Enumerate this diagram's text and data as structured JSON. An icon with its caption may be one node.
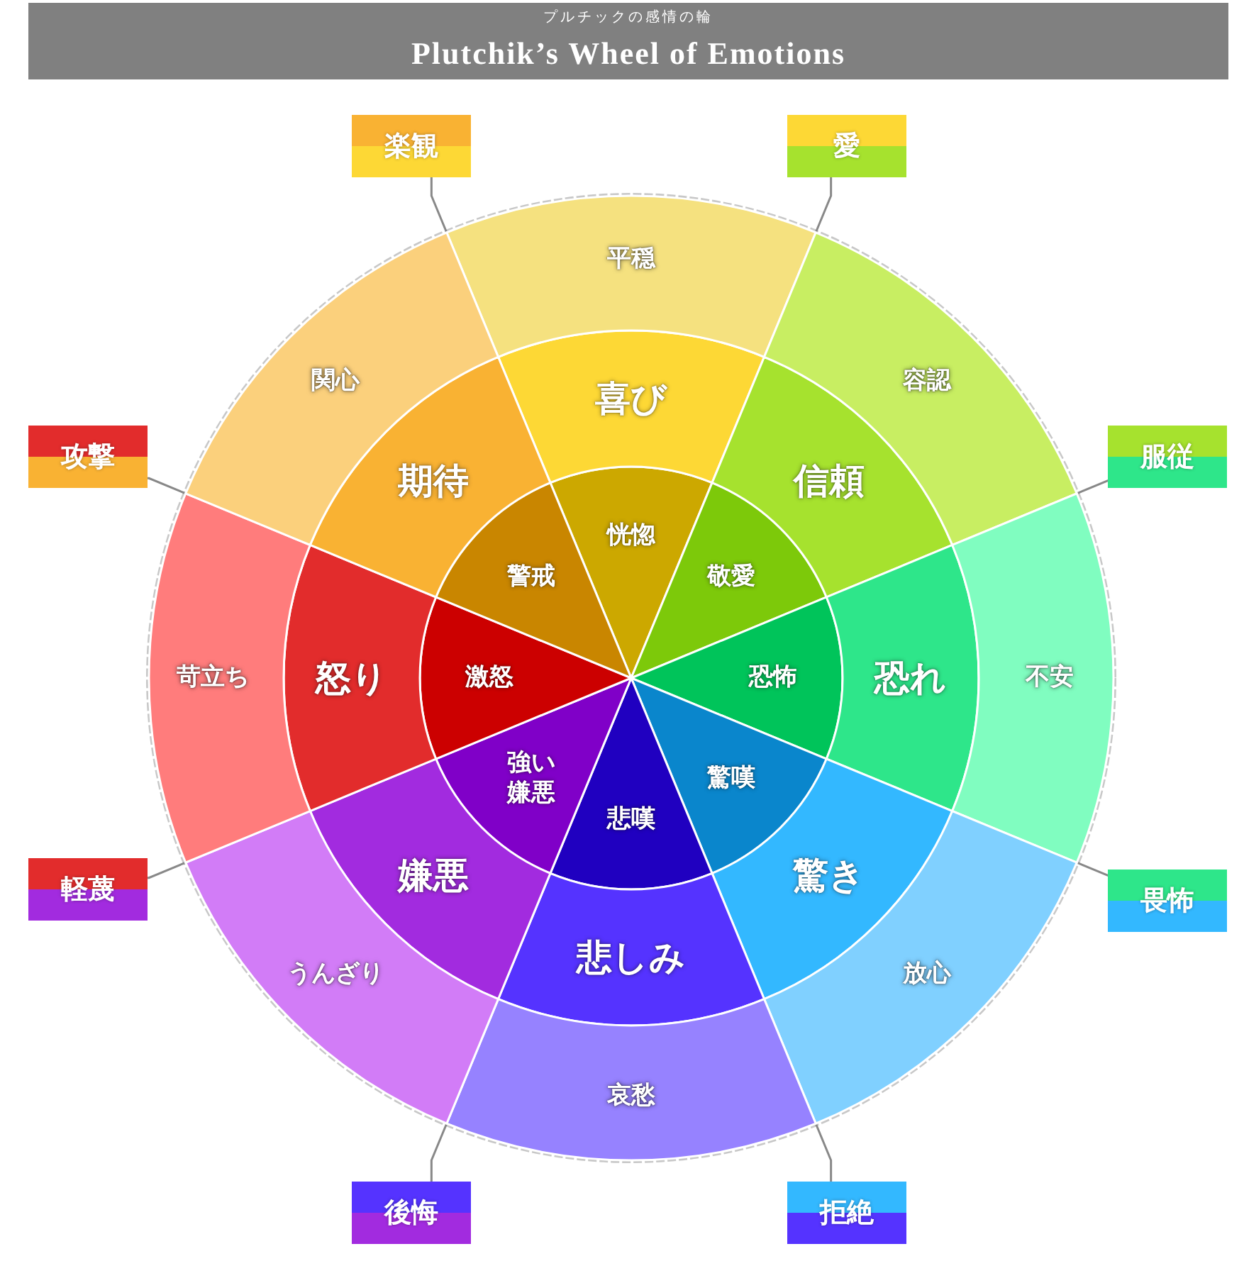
{
  "diagram": {
    "title": "Plutchik’s Wheel of Emotions",
    "nodes": [
      {
        "text": [
          "恍惚"
        ]
      },
      {
        "text": [
          "敬愛"
        ]
      },
      {
        "text": [
          "恐怖"
        ]
      },
      {
        "text": [
          "驚嘆"
        ]
      },
      {
        "text": [
          "悲嘆"
        ]
      },
      {
        "text": [
          "強い嫌悪"
        ]
      },
      {
        "text": [
          "激怒"
        ]
      },
      {
        "text": [
          "警戒"
        ]
      },
      {
        "text": [
          "喜び"
        ]
      },
      {
        "text": [
          "信頼"
        ]
      },
      {
        "text": [
          "恐れ"
        ]
      },
      {
        "text": [
          "驚き"
        ]
      },
      {
        "text": [
          "悲しみ"
        ]
      },
      {
        "text": [
          "嫌悪"
        ]
      },
      {
        "text": [
          "怒り"
        ]
      },
      {
        "text": [
          "期待"
        ]
      },
      {
        "text": [
          "平穏"
        ]
      },
      {
        "text": [
          "容認"
        ]
      },
      {
        "text": [
          "不安"
        ]
      },
      {
        "text": [
          "放心"
        ]
      },
      {
        "text": [
          "哀愁"
        ]
      },
      {
        "text": [
          "うんざり"
        ]
      },
      {
        "text": [
          "苛立ち"
        ]
      },
      {
        "text": [
          "関心"
        ]
      },
      {
        "text": [
          "愛"
        ]
      },
      {
        "text": [
          "服従"
        ]
      },
      {
        "text": [
          "畏怖"
        ]
      },
      {
        "text": [
          "拒絶"
        ]
      },
      {
        "text": [
          "後悔"
        ]
      },
      {
        "text": [
          "軽蔑"
        ]
      },
      {
        "text": [
          "攻撃"
        ]
      },
      {
        "text": [
          "楽観"
        ]
      }
    ],
    "edges": [
      {
        "from": 24,
        "to": 17,
        "arrow": "none"
      },
      {
        "from": 25,
        "to": 18,
        "arrow": "none"
      },
      {
        "from": 26,
        "to": 19,
        "arrow": "none"
      },
      {
        "from": 27,
        "to": 20,
        "arrow": "none"
      },
      {
        "from": 28,
        "to": 21,
        "arrow": "none"
      },
      {
        "from": 29,
        "to": 22,
        "arrow": "none"
      },
      {
        "from": 30,
        "to": 23,
        "arrow": "none"
      },
      {
        "from": 31,
        "to": 16,
        "arrow": "none"
      }
    ],
    "labels": [
      "プルチックの感情の輪"
    ]
  }
}
